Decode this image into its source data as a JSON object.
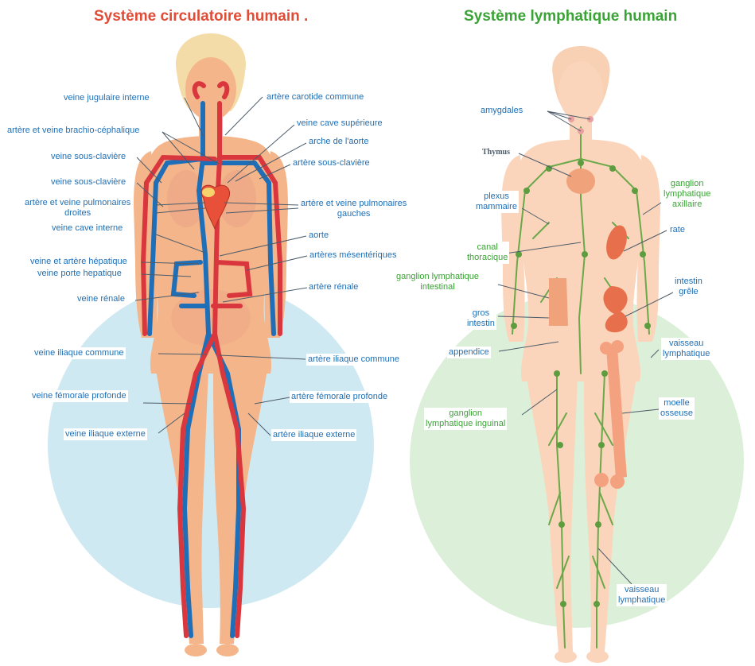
{
  "titles": {
    "circulatory": "Système circulatoire humain .",
    "lymphatic": "Système lymphatique humain"
  },
  "colors": {
    "circulatory_title": "#e04c36",
    "lymphatic_title": "#3aa335",
    "label_blue": "#1e6fb5",
    "label_green": "#3aa335",
    "artery": "#d9363e",
    "vein": "#1f6fb8",
    "lymph_vessel": "#6aa94a",
    "skin": "#f4b58a",
    "circle_left": "#cfe9f3",
    "circle_right": "#dcefd9"
  },
  "circulatory_labels": {
    "veine_jugulaire": "veine jugulaire interne",
    "arteres_brachio": "artère et veine brachio-céphalique",
    "sous_claviere_1": "veine sous-clavière",
    "sous_claviere_2": "veine sous-clavière",
    "pulm_droites_1": "artère et veine pulmonaires",
    "pulm_droites_2": "droites",
    "cave_interne": "veine cave interne",
    "hepatique": "veine et artère hépatique",
    "porte": "veine porte hepatique",
    "renale_veine": "veine rénale",
    "iliaque_commune_veine": "veine iliaque commune",
    "femorale_veine": "veine fémorale profonde",
    "iliaque_externe_veine": "veine iliaque externe",
    "carotide": "artère carotide commune",
    "cave_sup": "veine cave supérieure",
    "arche": "arche de l'aorte",
    "sous_claviere_art": "artère sous-clavière",
    "pulm_gauches_1": "artère et veine pulmonaires",
    "pulm_gauches_2": "gauches",
    "aorte": "aorte",
    "mesenteriques": "artères mésentériques",
    "renale_art": "artère rénale",
    "iliaque_commune_art": "artère iliaque commune",
    "femorale_art": "artère fémorale profonde",
    "iliaque_externe_art": "artère iliaque externe"
  },
  "lymphatic_labels": {
    "amygdales": "amygdales",
    "thymus": "Thymus",
    "plexus_1": "plexus",
    "plexus_2": "mammaire",
    "canal_1": "canal",
    "canal_2": "thoracique",
    "gl_intestinal_1": "ganglion lymphatique",
    "gl_intestinal_2": "intestinal",
    "gros_1": "gros",
    "gros_2": "intestin",
    "appendice": "appendice",
    "gl_inguinal_1": "ganglion",
    "gl_inguinal_2": "lymphatique inguinal",
    "gl_axillaire_1": "ganglion",
    "gl_axillaire_2": "lymphatique",
    "gl_axillaire_3": "axillaire",
    "rate": "rate",
    "intestin_grele_1": "intestin",
    "intestin_grele_2": "grêle",
    "vaisseau1_1": "vaisseau",
    "vaisseau1_2": "lymphatique",
    "moelle_1": "moelle",
    "moelle_2": "osseuse",
    "vaisseau2_1": "vaisseau",
    "vaisseau2_2": "lymphatique"
  }
}
